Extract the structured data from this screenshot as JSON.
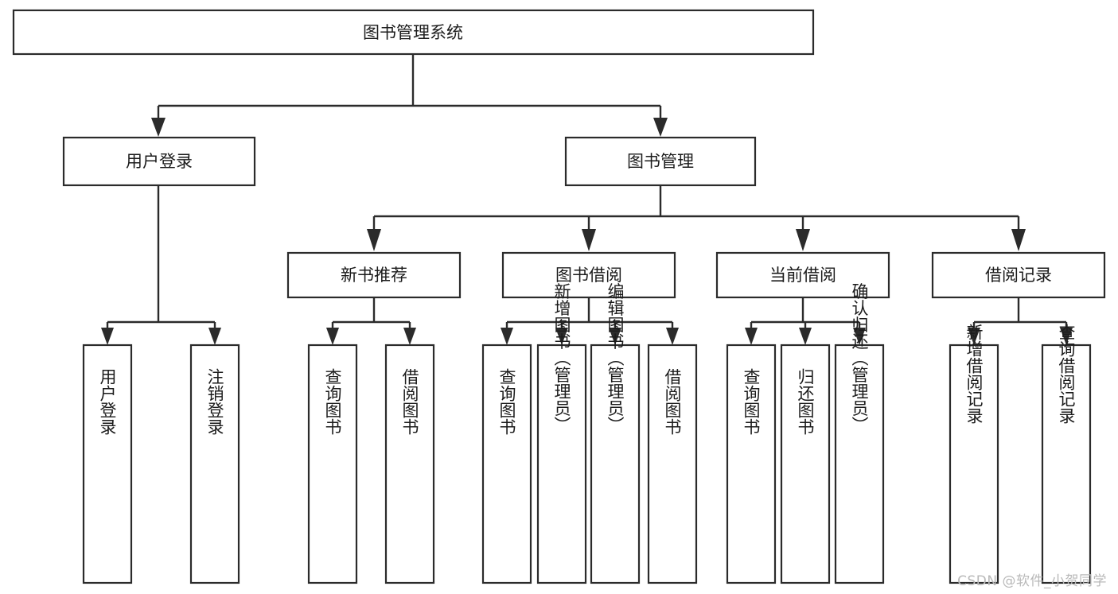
{
  "diagram": {
    "type": "hierarchy-tree",
    "title": "图书管理系统",
    "root": {
      "id": "root",
      "label": "图书管理系统"
    },
    "level2": [
      {
        "id": "user-login",
        "label": "用户登录"
      },
      {
        "id": "book-management",
        "label": "图书管理"
      }
    ],
    "level3": [
      {
        "id": "new-book-recommend",
        "label": "新书推荐",
        "parent": "book-management"
      },
      {
        "id": "book-borrow",
        "label": "图书借阅",
        "parent": "book-management"
      },
      {
        "id": "current-borrow",
        "label": "当前借阅",
        "parent": "book-management"
      },
      {
        "id": "borrow-record",
        "label": "借阅记录",
        "parent": "book-management"
      }
    ],
    "leaves": [
      {
        "id": "leaf-user-login",
        "label": "用户登录",
        "parent": "user-login"
      },
      {
        "id": "leaf-logout-login",
        "label": "注销登录",
        "parent": "user-login"
      },
      {
        "id": "leaf-query-book-1",
        "label": "查询图书",
        "parent": "new-book-recommend"
      },
      {
        "id": "leaf-borrow-book-1",
        "label": "借阅图书",
        "parent": "new-book-recommend"
      },
      {
        "id": "leaf-query-book-2",
        "label": "查询图书",
        "parent": "book-borrow"
      },
      {
        "id": "leaf-add-book",
        "label": "新增图书（管理员）",
        "parent": "book-borrow"
      },
      {
        "id": "leaf-edit-book",
        "label": "编辑图书（管理员）",
        "parent": "book-borrow"
      },
      {
        "id": "leaf-borrow-book-2",
        "label": "借阅图书",
        "parent": "book-borrow"
      },
      {
        "id": "leaf-query-book-3",
        "label": "查询图书",
        "parent": "current-borrow"
      },
      {
        "id": "leaf-return-book",
        "label": "归还图书",
        "parent": "current-borrow"
      },
      {
        "id": "leaf-confirm-return",
        "label": "确认归还（管理员）",
        "parent": "current-borrow"
      },
      {
        "id": "leaf-add-record",
        "label": "新增借阅记录",
        "parent": "borrow-record"
      },
      {
        "id": "leaf-query-record",
        "label": "查询借阅记录",
        "parent": "borrow-record"
      }
    ],
    "colors": {
      "stroke": "#2b2b2b",
      "fill": "#ffffff",
      "text": "#1b1b1b",
      "watermark": "#b9b9b9",
      "background": "#ffffff"
    }
  },
  "watermark": {
    "label": "CSDN @软件_小贺同学"
  }
}
